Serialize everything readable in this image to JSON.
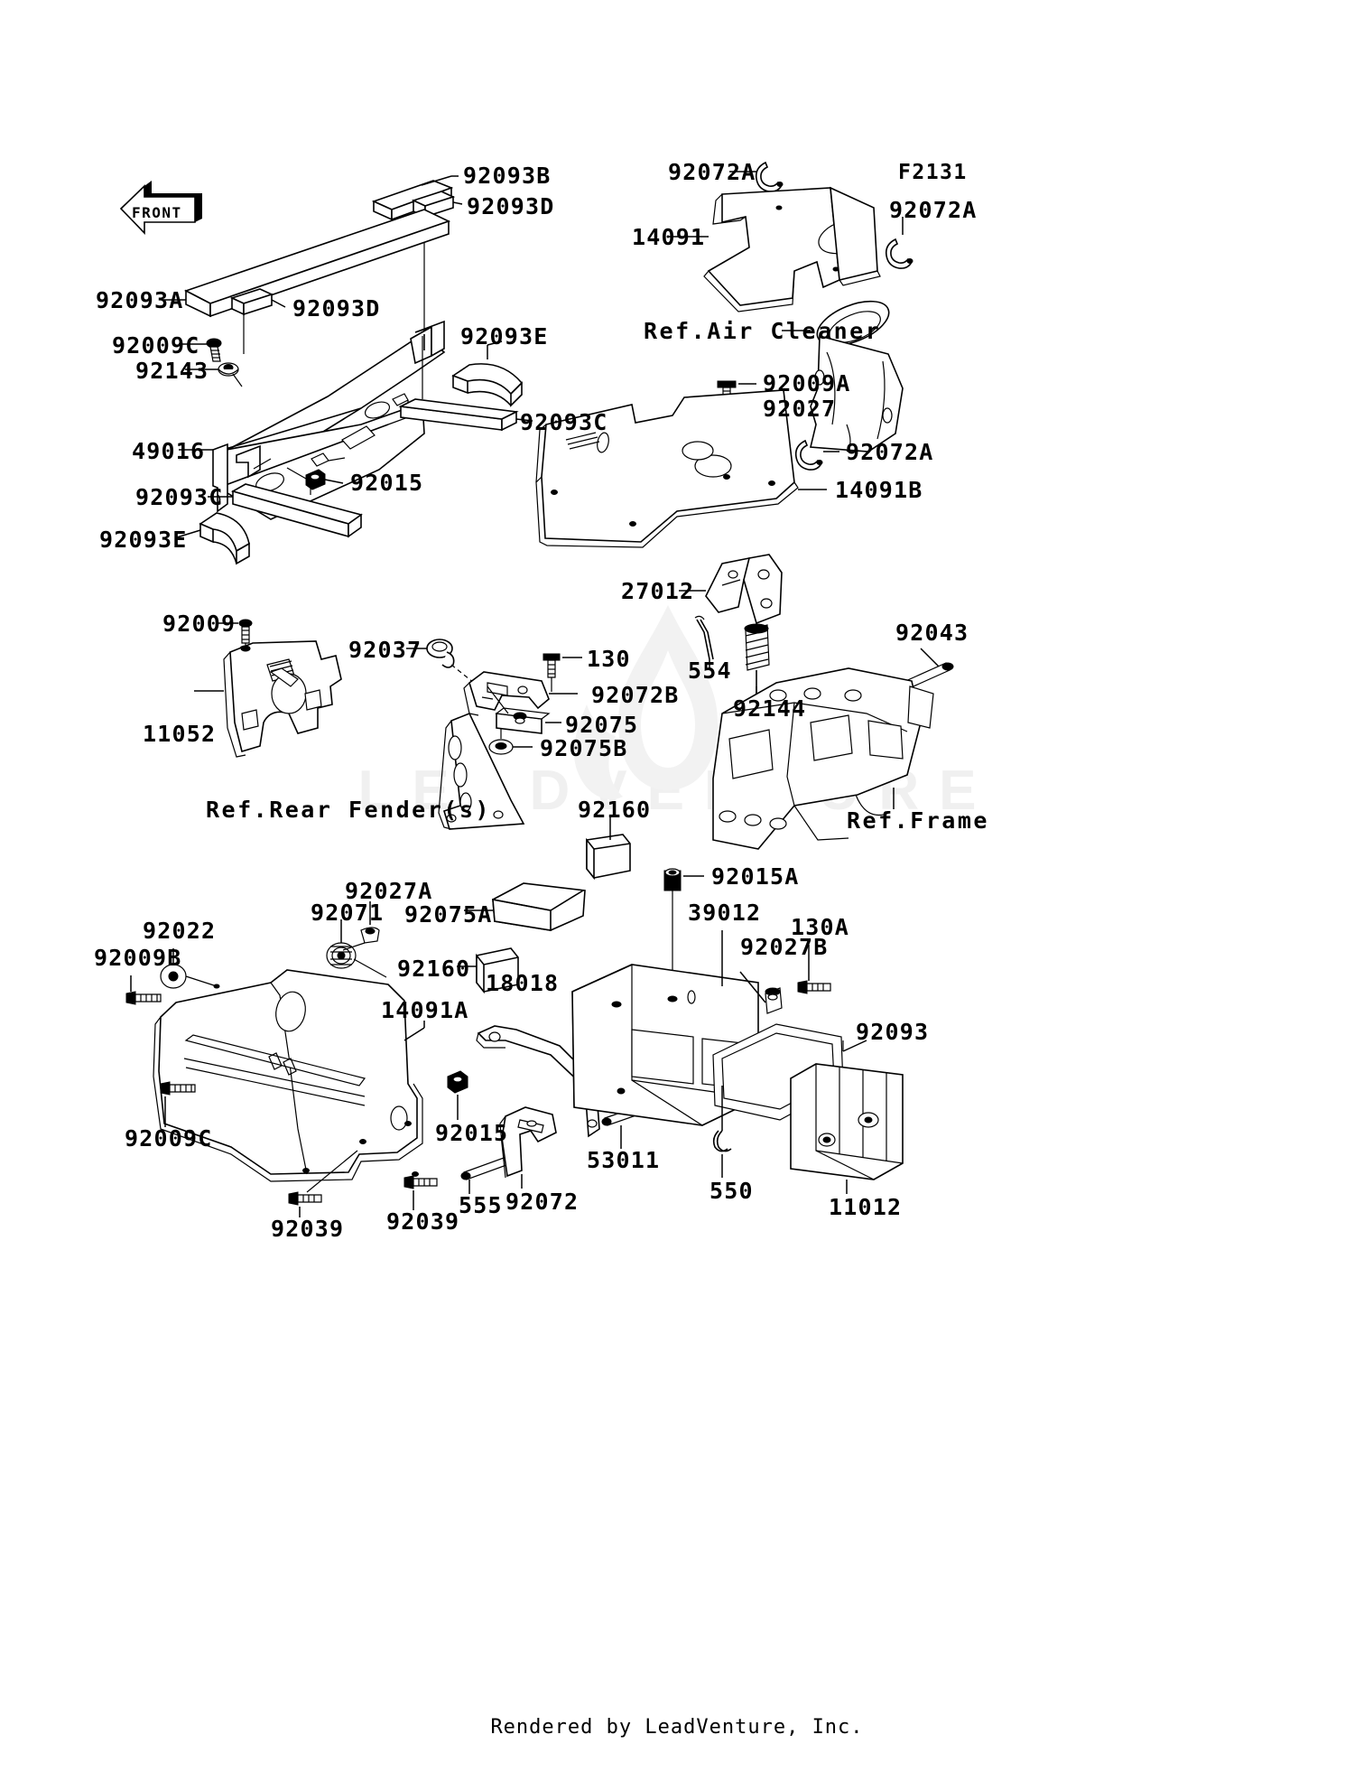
{
  "document": {
    "figure_code": "F2131",
    "front_marker": "FRONT",
    "footer": "Rendered by LeadVenture, Inc.",
    "watermark": "LEADVENTURE"
  },
  "references": [
    {
      "id": "ref-air-cleaner",
      "text": "Ref.Air Cleaner"
    },
    {
      "id": "ref-rear-fender",
      "text": "Ref.Rear Fender(s)"
    },
    {
      "id": "ref-frame",
      "text": "Ref.Frame"
    }
  ],
  "callouts": [
    {
      "id": "c-92093B",
      "part": "92093B"
    },
    {
      "id": "c-92093D1",
      "part": "92093D"
    },
    {
      "id": "c-92093A",
      "part": "92093A"
    },
    {
      "id": "c-92093D2",
      "part": "92093D"
    },
    {
      "id": "c-92093E1",
      "part": "92093E"
    },
    {
      "id": "c-92009C1",
      "part": "92009C"
    },
    {
      "id": "c-92143",
      "part": "92143"
    },
    {
      "id": "c-92093C1",
      "part": "92093C"
    },
    {
      "id": "c-49016",
      "part": "49016"
    },
    {
      "id": "c-92015a",
      "part": "92015"
    },
    {
      "id": "c-92093C2",
      "part": "92093C"
    },
    {
      "id": "c-92093E2",
      "part": "92093E"
    },
    {
      "id": "c-92072A1",
      "part": "92072A"
    },
    {
      "id": "c-92072A2",
      "part": "92072A"
    },
    {
      "id": "c-14091",
      "part": "14091"
    },
    {
      "id": "c-92009A",
      "part": "92009A"
    },
    {
      "id": "c-92027",
      "part": "92027"
    },
    {
      "id": "c-92072A3",
      "part": "92072A"
    },
    {
      "id": "c-14091B",
      "part": "14091B"
    },
    {
      "id": "c-27012",
      "part": "27012"
    },
    {
      "id": "c-554",
      "part": "554"
    },
    {
      "id": "c-92144",
      "part": "92144"
    },
    {
      "id": "c-92043",
      "part": "92043"
    },
    {
      "id": "c-92009",
      "part": "92009"
    },
    {
      "id": "c-11052",
      "part": "11052"
    },
    {
      "id": "c-92037",
      "part": "92037"
    },
    {
      "id": "c-130",
      "part": "130"
    },
    {
      "id": "c-92072B",
      "part": "92072B"
    },
    {
      "id": "c-92075",
      "part": "92075"
    },
    {
      "id": "c-92075B",
      "part": "92075B"
    },
    {
      "id": "c-92160a",
      "part": "92160"
    },
    {
      "id": "c-92027A",
      "part": "92027A"
    },
    {
      "id": "c-92071",
      "part": "92071"
    },
    {
      "id": "c-92075A",
      "part": "92075A"
    },
    {
      "id": "c-92015A",
      "part": "92015A"
    },
    {
      "id": "c-39012",
      "part": "39012"
    },
    {
      "id": "c-130A",
      "part": "130A"
    },
    {
      "id": "c-92027B",
      "part": "92027B"
    },
    {
      "id": "c-92022",
      "part": "92022"
    },
    {
      "id": "c-92009B",
      "part": "92009B"
    },
    {
      "id": "c-92160b",
      "part": "92160"
    },
    {
      "id": "c-14091A",
      "part": "14091A"
    },
    {
      "id": "c-18018",
      "part": "18018"
    },
    {
      "id": "c-92093",
      "part": "92093"
    },
    {
      "id": "c-92009C2",
      "part": "92009C"
    },
    {
      "id": "c-92015b",
      "part": "92015"
    },
    {
      "id": "c-53011",
      "part": "53011"
    },
    {
      "id": "c-550",
      "part": "550"
    },
    {
      "id": "c-11012",
      "part": "11012"
    },
    {
      "id": "c-92039a",
      "part": "92039"
    },
    {
      "id": "c-92039b",
      "part": "92039"
    },
    {
      "id": "c-555",
      "part": "555"
    },
    {
      "id": "c-92072",
      "part": "92072"
    }
  ],
  "colors": {
    "line": "#000000",
    "background": "#ffffff",
    "watermark": "#f0f0f0"
  }
}
